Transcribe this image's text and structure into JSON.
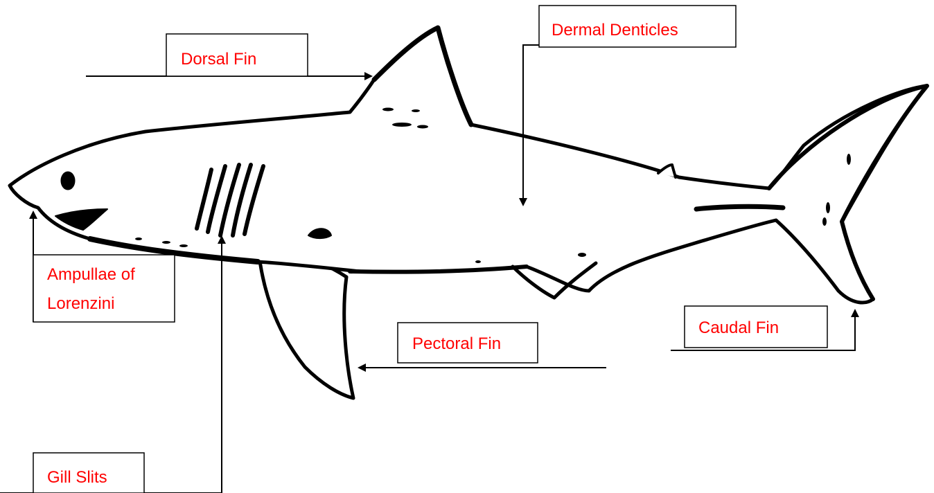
{
  "labels": {
    "dorsal_fin": "Dorsal Fin",
    "dermal_denticles": "Dermal Denticles",
    "ampullae_line1": "Ampullae of",
    "ampullae_line2": "Lorenzini",
    "pectoral_fin": "Pectoral Fin",
    "caudal_fin": "Caudal Fin",
    "gill_slits": "Gill Slits"
  },
  "colors": {
    "label_text": "#ff0000",
    "line": "#000000",
    "shark_fill": "#ffffff",
    "shark_outline": "#000000"
  }
}
